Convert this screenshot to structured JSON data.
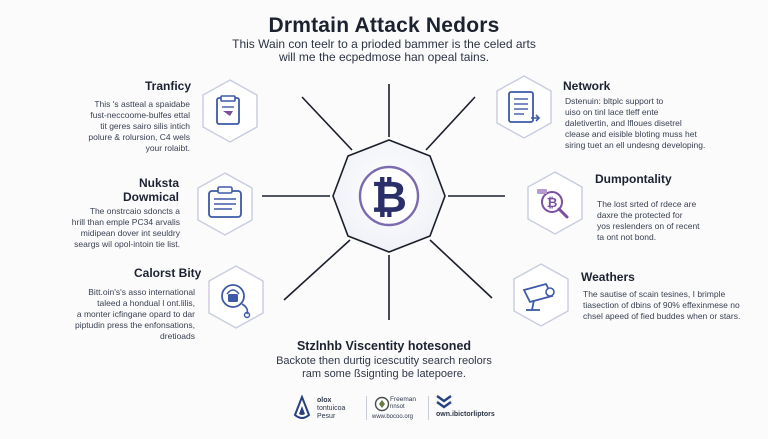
{
  "header": {
    "title": "Drmtain Attack Nedors",
    "subtitle_line_1": "This Wain con teelr to a prioded bammer is the celed arts",
    "subtitle_line_2": "will me the ecpedmose han opeal tains."
  },
  "nodes": {
    "traffic": {
      "title": "Tranficy",
      "lines": [
        "This 's astteal a spaidabe",
        "fust-neccoome-bulfes ettal",
        "tit geres sairo silis intich",
        "polure & rolursion, C4 wels",
        "your rolaibt."
      ],
      "icon": "document-icon"
    },
    "network": {
      "title": "Network",
      "lines": [
        "Dstenuin: bltplc support to",
        "uiso on tinl lace tleff ente",
        "daletivertin, and lfloues disetrel",
        "clease and eisible bloting muss het",
        "siring tuet an ell undesng developing."
      ],
      "icon": "checklist-icon"
    },
    "download": {
      "title_line_1": "Nuksta",
      "title_line_2": "Dowmical",
      "lines": [
        "The onstrcaio sdoncts a",
        "hrill than emple PC34 arvalis",
        "midipean dover int seuldry",
        "seargs wil opol-intoin tie list."
      ],
      "icon": "clipboard-icon"
    },
    "dumpontality": {
      "title": "Dumpontality",
      "lines": [
        "The lost srted of rdece are",
        "daxre the protected for",
        "yos reslenders on of recent",
        "ta ont not bond."
      ],
      "icon": "bitcoin-magnifier-icon"
    },
    "calorst": {
      "title": "Calorst Bity",
      "lines": [
        "Bitt.oin's's asso international",
        "taleed a hondual l ont.lilis,",
        "a monter icfingane opard to dar",
        "piptudin press the enfonsations,",
        "dretioads"
      ],
      "icon": "lock-chain-icon"
    },
    "weathers": {
      "title": "Weathers",
      "lines": [
        "The sautise of scain tesines, I brimple",
        "tiasection of dbins of 90% effexinmese no",
        "chsel apeed of fied buddes when or stars."
      ],
      "icon": "camera-icon"
    }
  },
  "center": {
    "icon": "bitcoin-icon",
    "symbol": "₿"
  },
  "footer": {
    "title": "Stzlnhb Viscentity hotesoned",
    "text_line_1": "Backote then durtig icescutity search reolors",
    "text_line_2": "ram some ßsignting be latepoere."
  },
  "logos": [
    {
      "icon": "flame-icon",
      "label_1": "olox",
      "label_2": "tontuicoa",
      "label_3": "Pesur"
    },
    {
      "icon": "emblem-icon",
      "label_1": "Freeman",
      "label_2": "nnsot",
      "label_3": "www.bocoo.org"
    },
    {
      "icon": "chevron-icon",
      "label_1": "own.ibictorliptors"
    }
  ],
  "colors": {
    "accent_blue": "#3b4f9a",
    "hex_stroke": "#c7ccde",
    "icon_blue": "#3d5aa8",
    "icon_purple": "#7a4fa0",
    "line": "#1b1f2a"
  }
}
